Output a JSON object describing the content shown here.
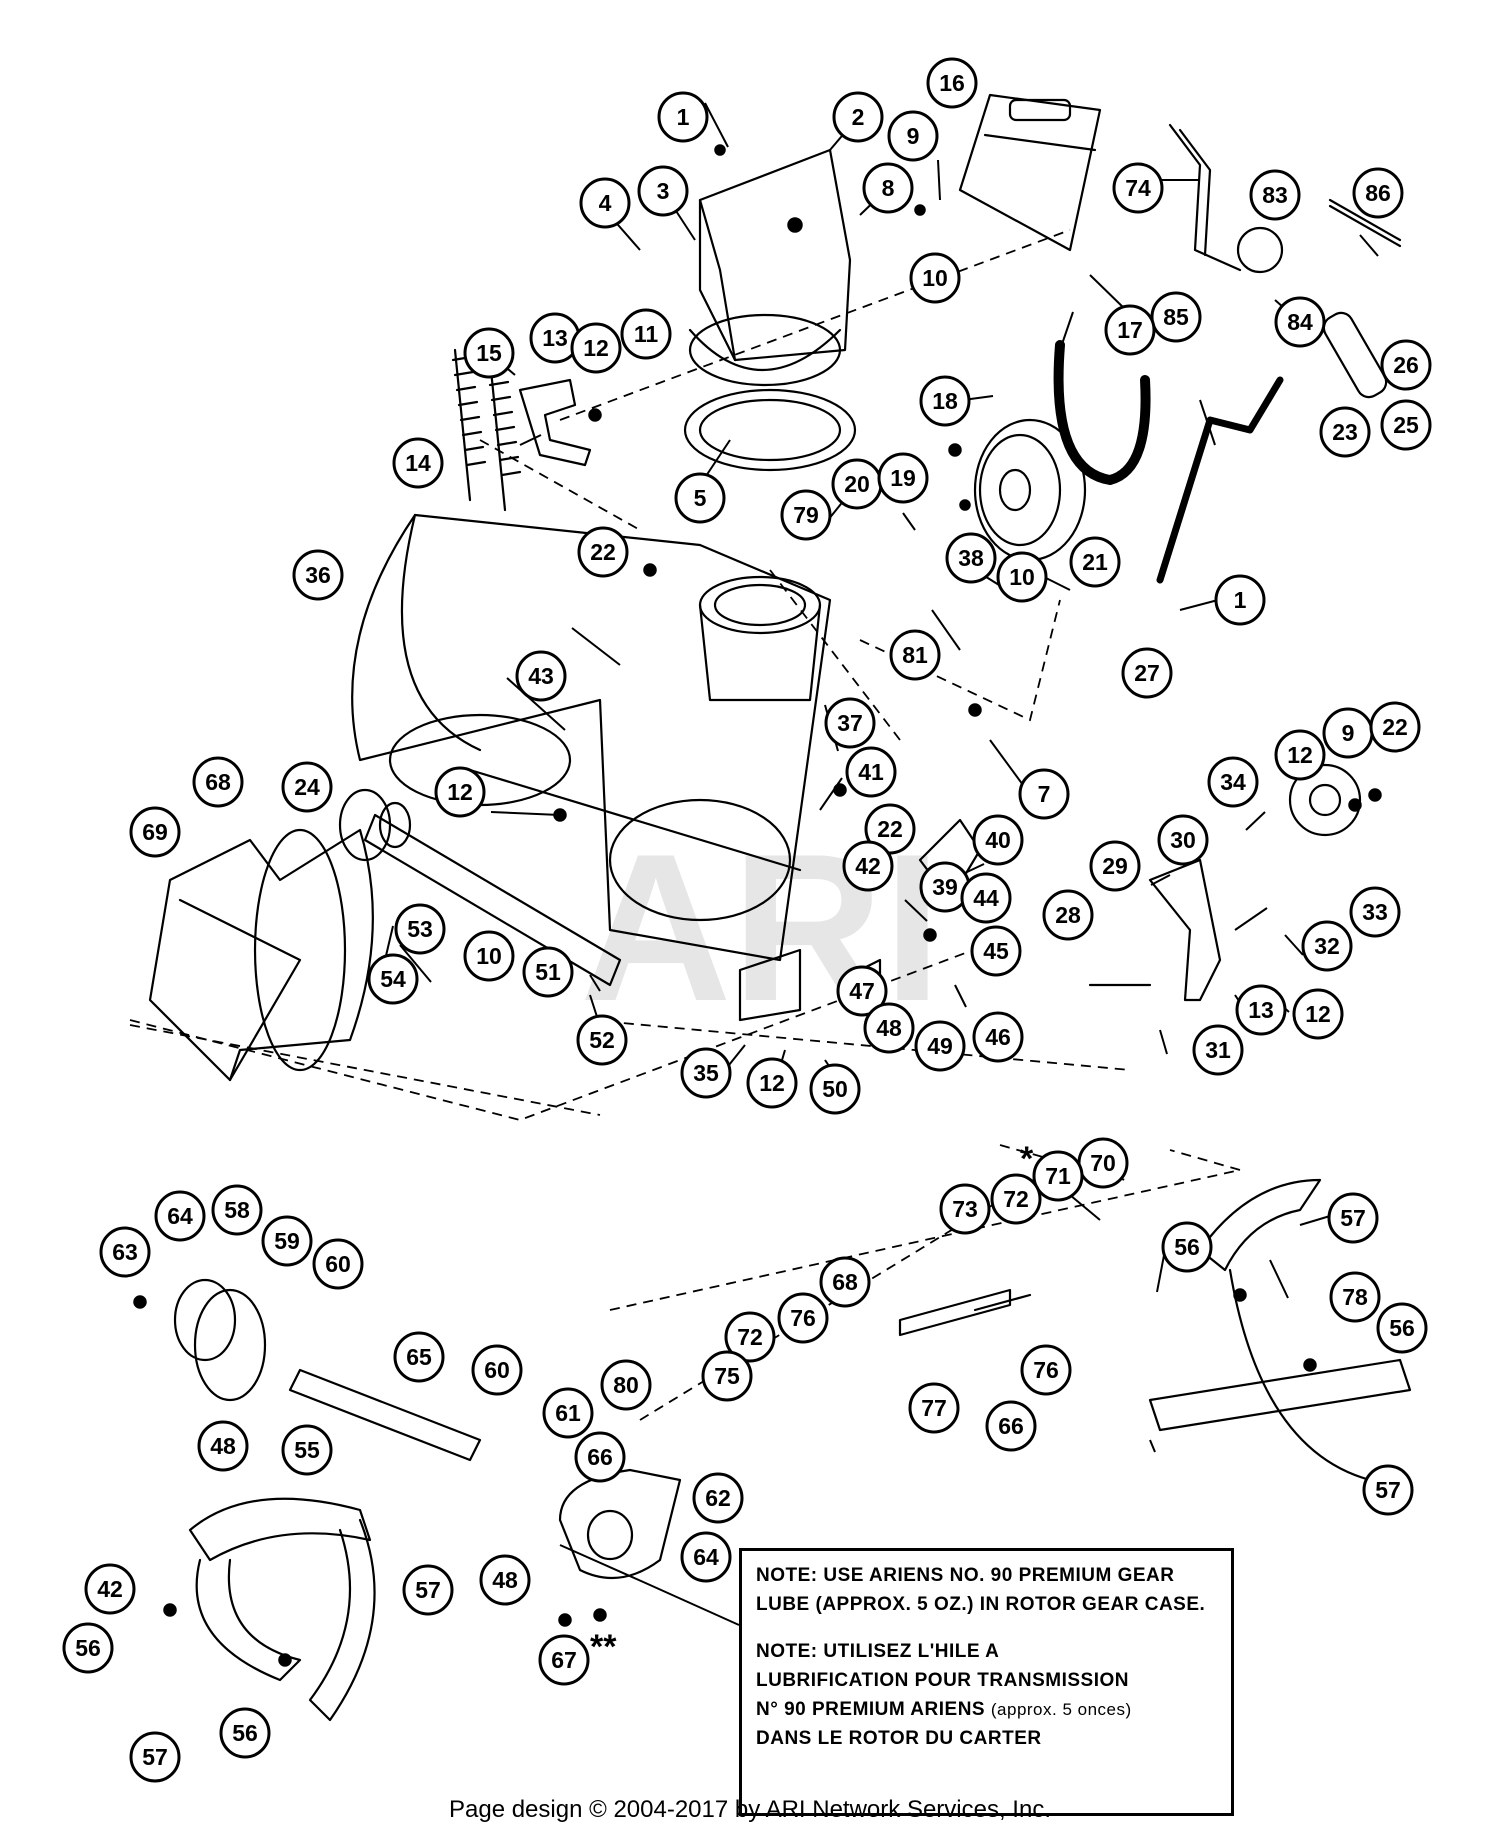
{
  "watermark": "ARI",
  "callouts": [
    {
      "id": "c1a",
      "label": "1"
    },
    {
      "id": "c2",
      "label": "2"
    },
    {
      "id": "c3",
      "label": "3"
    },
    {
      "id": "c4",
      "label": "4"
    },
    {
      "id": "c5",
      "label": "5"
    },
    {
      "id": "c8",
      "label": "8"
    },
    {
      "id": "c9a",
      "label": "9"
    },
    {
      "id": "c10a",
      "label": "10"
    },
    {
      "id": "c16",
      "label": "16"
    },
    {
      "id": "c74",
      "label": "74"
    },
    {
      "id": "c83",
      "label": "83"
    },
    {
      "id": "c86",
      "label": "86"
    },
    {
      "id": "c85",
      "label": "85"
    },
    {
      "id": "c84",
      "label": "84"
    },
    {
      "id": "c26",
      "label": "26"
    },
    {
      "id": "c25",
      "label": "25"
    },
    {
      "id": "c17",
      "label": "17"
    },
    {
      "id": "c15",
      "label": "15"
    },
    {
      "id": "c13a",
      "label": "13"
    },
    {
      "id": "c12a",
      "label": "12"
    },
    {
      "id": "c11",
      "label": "11"
    },
    {
      "id": "c14",
      "label": "14"
    },
    {
      "id": "c18",
      "label": "18"
    },
    {
      "id": "c23",
      "label": "23"
    },
    {
      "id": "c79",
      "label": "79"
    },
    {
      "id": "c20",
      "label": "20"
    },
    {
      "id": "c19",
      "label": "19"
    },
    {
      "id": "c22a",
      "label": "22"
    },
    {
      "id": "c36",
      "label": "36"
    },
    {
      "id": "c21",
      "label": "21"
    },
    {
      "id": "c38",
      "label": "38"
    },
    {
      "id": "c10b",
      "label": "10"
    },
    {
      "id": "c1b",
      "label": "1"
    },
    {
      "id": "c81",
      "label": "81"
    },
    {
      "id": "c27",
      "label": "27"
    },
    {
      "id": "c43",
      "label": "43"
    },
    {
      "id": "c37",
      "label": "37"
    },
    {
      "id": "c41",
      "label": "41"
    },
    {
      "id": "c7",
      "label": "7"
    },
    {
      "id": "c12b",
      "label": "12"
    },
    {
      "id": "c9b",
      "label": "9"
    },
    {
      "id": "c22b",
      "label": "22"
    },
    {
      "id": "c34",
      "label": "34"
    },
    {
      "id": "c68a",
      "label": "68"
    },
    {
      "id": "c24",
      "label": "24"
    },
    {
      "id": "c12c",
      "label": "12"
    },
    {
      "id": "c22c",
      "label": "22"
    },
    {
      "id": "c30",
      "label": "30"
    },
    {
      "id": "c69",
      "label": "69"
    },
    {
      "id": "c40",
      "label": "40"
    },
    {
      "id": "c29",
      "label": "29"
    },
    {
      "id": "c42a",
      "label": "42"
    },
    {
      "id": "c39",
      "label": "39"
    },
    {
      "id": "c44",
      "label": "44"
    },
    {
      "id": "c53",
      "label": "53"
    },
    {
      "id": "c33",
      "label": "33"
    },
    {
      "id": "c28",
      "label": "28"
    },
    {
      "id": "c32",
      "label": "32"
    },
    {
      "id": "c45",
      "label": "45"
    },
    {
      "id": "c10c",
      "label": "10"
    },
    {
      "id": "c54",
      "label": "54"
    },
    {
      "id": "c51",
      "label": "51"
    },
    {
      "id": "c47",
      "label": "47"
    },
    {
      "id": "c12d",
      "label": "12"
    },
    {
      "id": "c13b",
      "label": "13"
    },
    {
      "id": "c46",
      "label": "46"
    },
    {
      "id": "c48a",
      "label": "48"
    },
    {
      "id": "c49",
      "label": "49"
    },
    {
      "id": "c31",
      "label": "31"
    },
    {
      "id": "c52",
      "label": "52"
    },
    {
      "id": "c35",
      "label": "35"
    },
    {
      "id": "c12e",
      "label": "12"
    },
    {
      "id": "c50",
      "label": "50"
    },
    {
      "id": "c70",
      "label": "70"
    },
    {
      "id": "c71",
      "label": "71"
    },
    {
      "id": "c72a",
      "label": "72"
    },
    {
      "id": "c73",
      "label": "73"
    },
    {
      "id": "c57a",
      "label": "57"
    },
    {
      "id": "c63",
      "label": "63"
    },
    {
      "id": "c64a",
      "label": "64"
    },
    {
      "id": "c58",
      "label": "58"
    },
    {
      "id": "c59",
      "label": "59"
    },
    {
      "id": "c60a",
      "label": "60"
    },
    {
      "id": "c56a",
      "label": "56"
    },
    {
      "id": "c68b",
      "label": "68"
    },
    {
      "id": "c78",
      "label": "78"
    },
    {
      "id": "c72b",
      "label": "72"
    },
    {
      "id": "c76a",
      "label": "76"
    },
    {
      "id": "c56b",
      "label": "56"
    },
    {
      "id": "c65",
      "label": "65"
    },
    {
      "id": "c60b",
      "label": "60"
    },
    {
      "id": "c75",
      "label": "75"
    },
    {
      "id": "c76b",
      "label": "76"
    },
    {
      "id": "c80",
      "label": "80"
    },
    {
      "id": "c77",
      "label": "77"
    },
    {
      "id": "c66a",
      "label": "66"
    },
    {
      "id": "c48b",
      "label": "48"
    },
    {
      "id": "c61",
      "label": "61"
    },
    {
      "id": "c57b",
      "label": "57"
    },
    {
      "id": "c55",
      "label": "55"
    },
    {
      "id": "c66b",
      "label": "66"
    },
    {
      "id": "c62",
      "label": "62"
    },
    {
      "id": "c64b",
      "label": "64"
    },
    {
      "id": "c42b",
      "label": "42"
    },
    {
      "id": "c57c",
      "label": "57"
    },
    {
      "id": "c48c",
      "label": "48"
    },
    {
      "id": "c56c",
      "label": "56"
    },
    {
      "id": "c67",
      "label": "67"
    },
    {
      "id": "c56d",
      "label": "56"
    },
    {
      "id": "c57d",
      "label": "57"
    }
  ],
  "marks": {
    "asterisk_single": "*",
    "asterisk_double": "**"
  },
  "note": {
    "line1": "NOTE: USE ARIENS NO. 90 PREMIUM GEAR",
    "line2": "LUBE (APPROX. 5 OZ.) IN ROTOR GEAR CASE.",
    "line3": "NOTE: UTILISEZ L'HILE A",
    "line4": "LUBRIFICATION POUR TRANSMISSION",
    "line5_main": "N° 90 PREMIUM ARIENS",
    "line5_sub": "(approx. 5 onces)",
    "line6": "DANS LE ROTOR DU CARTER"
  },
  "footer": "Page design © 2004-2017 by ARI Network Services, Inc."
}
